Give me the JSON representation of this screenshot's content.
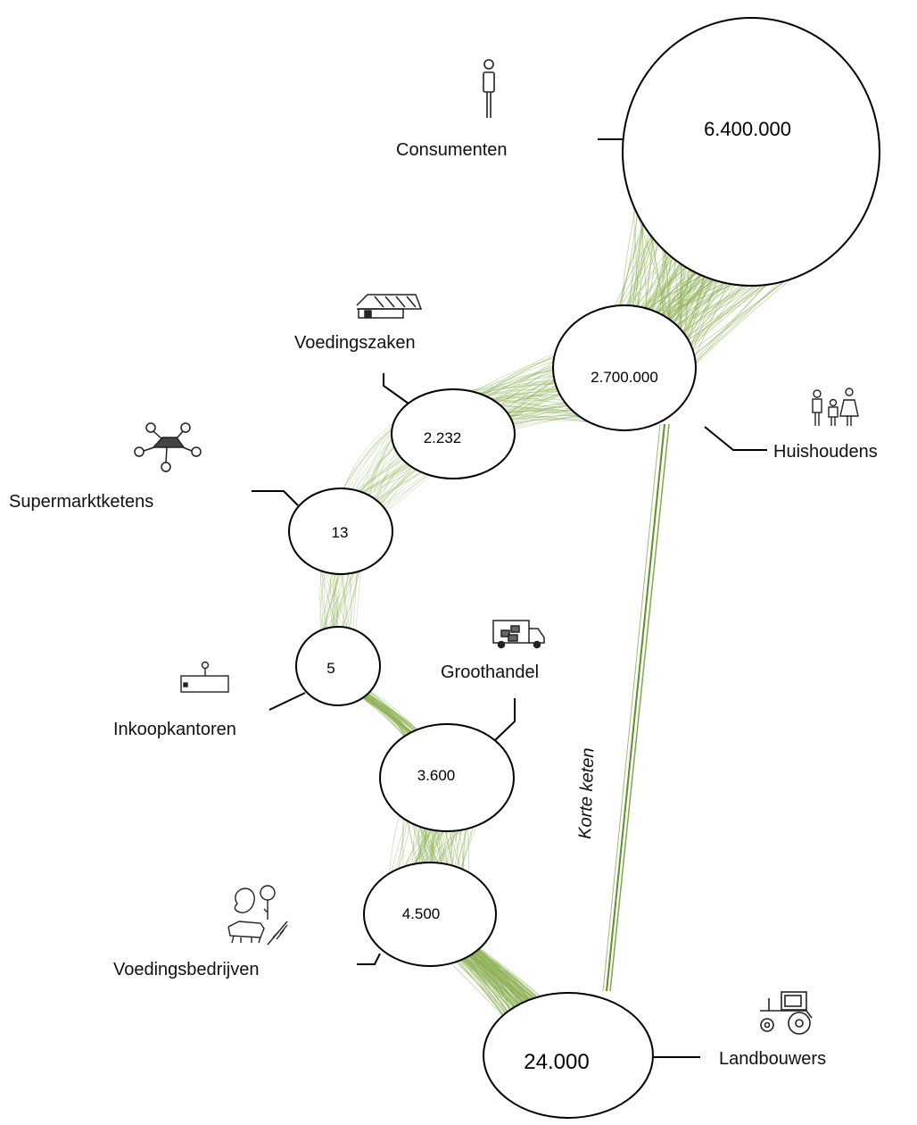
{
  "nodes": {
    "consumenten": {
      "value": "6.400.000",
      "label": "Consumenten",
      "icon": "person-icon"
    },
    "huishoudens": {
      "value": "2.700.000",
      "label": "Huishoudens",
      "icon": "family-icon"
    },
    "voedingszaken": {
      "value": "2.232",
      "label": "Voedingszaken",
      "icon": "shop-icon"
    },
    "supermarktketens": {
      "value": "13",
      "label": "Supermarktketens",
      "icon": "network-icon"
    },
    "inkoopkantoren": {
      "value": "5",
      "label": "Inkoopkantoren",
      "icon": "office-desk-icon"
    },
    "groothandel": {
      "value": "3.600",
      "label": "Groothandel",
      "icon": "truck-icon"
    },
    "voedingsbedrijven": {
      "value": "4.500",
      "label": "Voedingsbedrijven",
      "icon": "food-products-icon"
    },
    "landbouwers": {
      "value": "24.000",
      "label": "Landbouwers",
      "icon": "tractor-icon"
    }
  },
  "short_chain": {
    "label": "Korte keten"
  },
  "colors": {
    "flow": "#8fb35a",
    "flow_dark": "#5f8f2a",
    "circle_stroke": "#000000"
  }
}
